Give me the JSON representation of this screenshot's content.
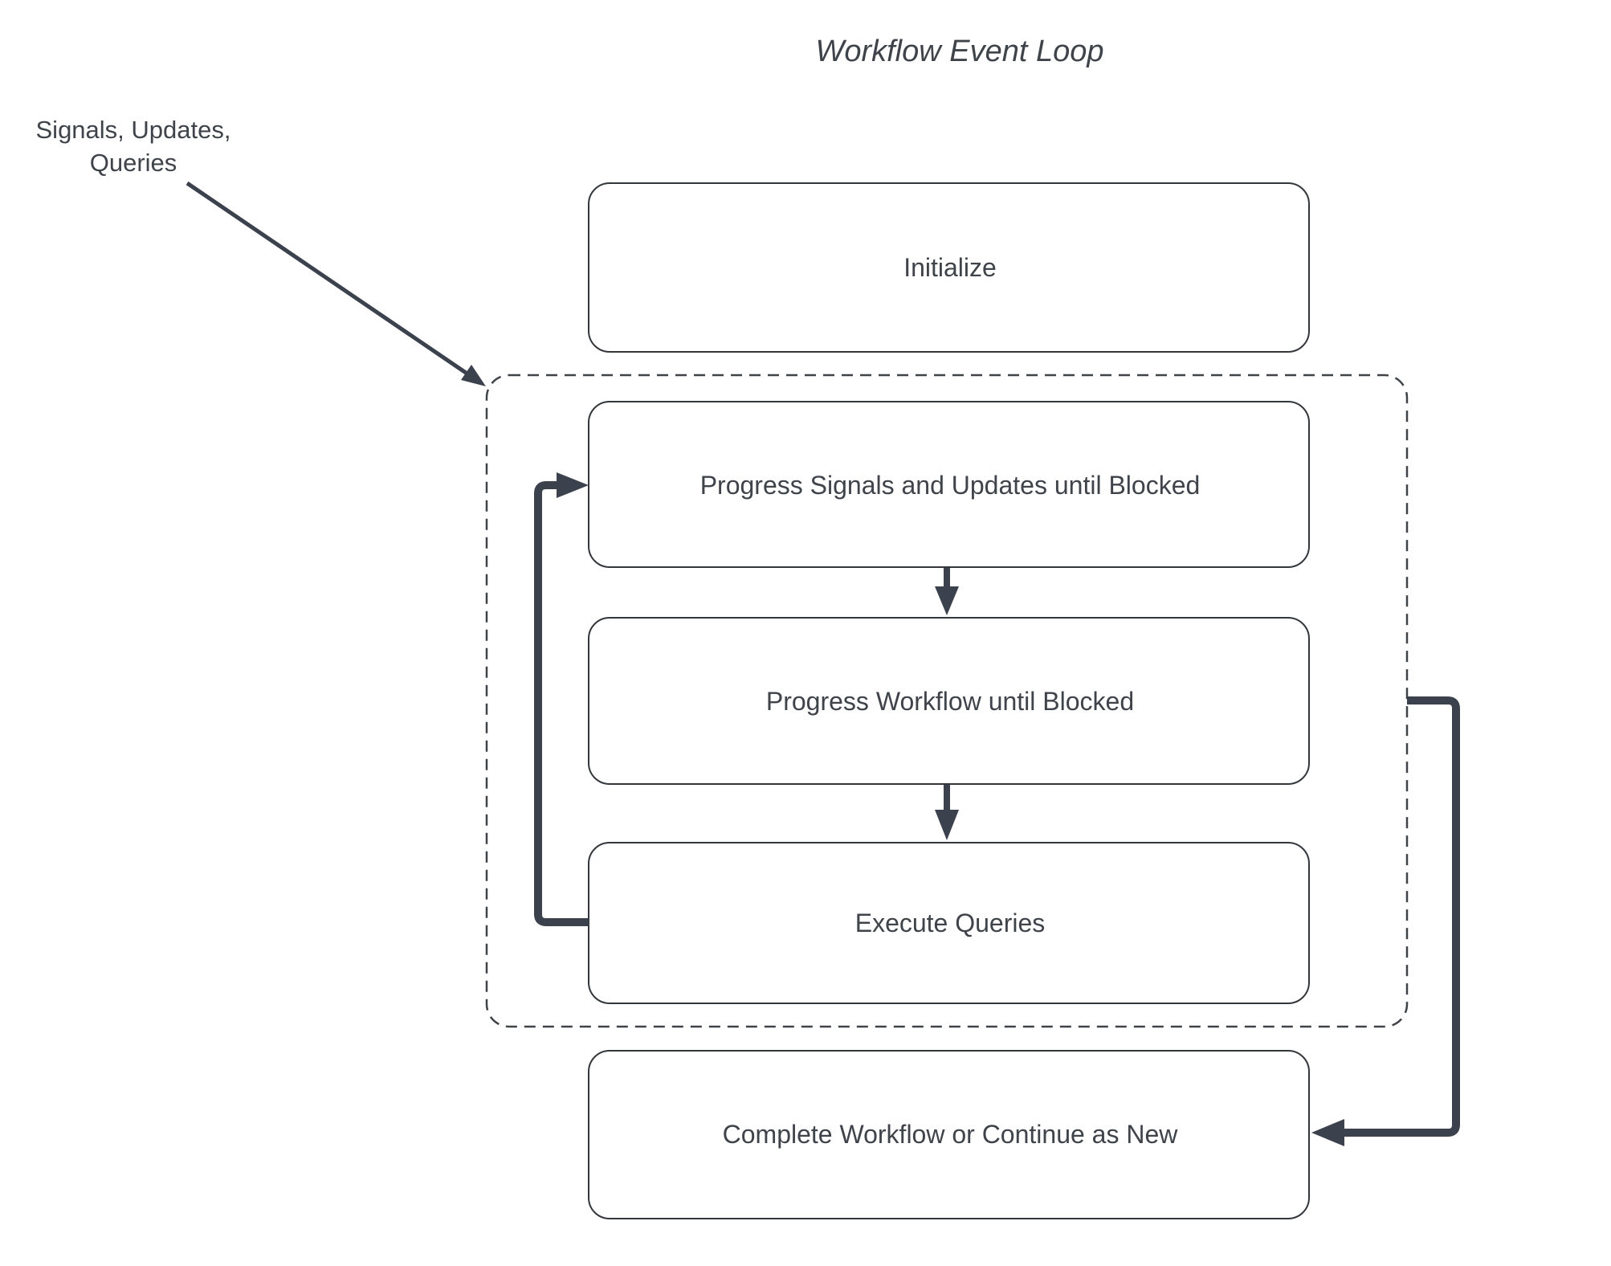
{
  "title": "Workflow Event Loop",
  "annotation": {
    "line1": "Signals, Updates,",
    "line2": "Queries"
  },
  "nodes": {
    "initialize": {
      "label": "Initialize"
    },
    "progress_signals": {
      "label": "Progress Signals and Updates until Blocked"
    },
    "progress_workflow": {
      "label": "Progress Workflow until Blocked"
    },
    "execute_queries": {
      "label": "Execute Queries"
    },
    "complete": {
      "label": "Complete Workflow or Continue as New"
    }
  },
  "edges": {
    "signals_into_loop": "from Signals/Updates/Queries annotation into event-loop container",
    "signals_to_workflow": "Progress Signals and Updates until Blocked → Progress Workflow until Blocked",
    "workflow_to_queries": "Progress Workflow until Blocked → Execute Queries",
    "queries_loop_back": "Execute Queries → Progress Signals and Updates until Blocked",
    "loop_to_complete": "event-loop container → Complete Workflow or Continue as New"
  },
  "colors": {
    "arrow": "#3b414d",
    "border": "#33363b",
    "text": "#3f434a",
    "dash": "#3f4348",
    "background": "#ffffff"
  }
}
